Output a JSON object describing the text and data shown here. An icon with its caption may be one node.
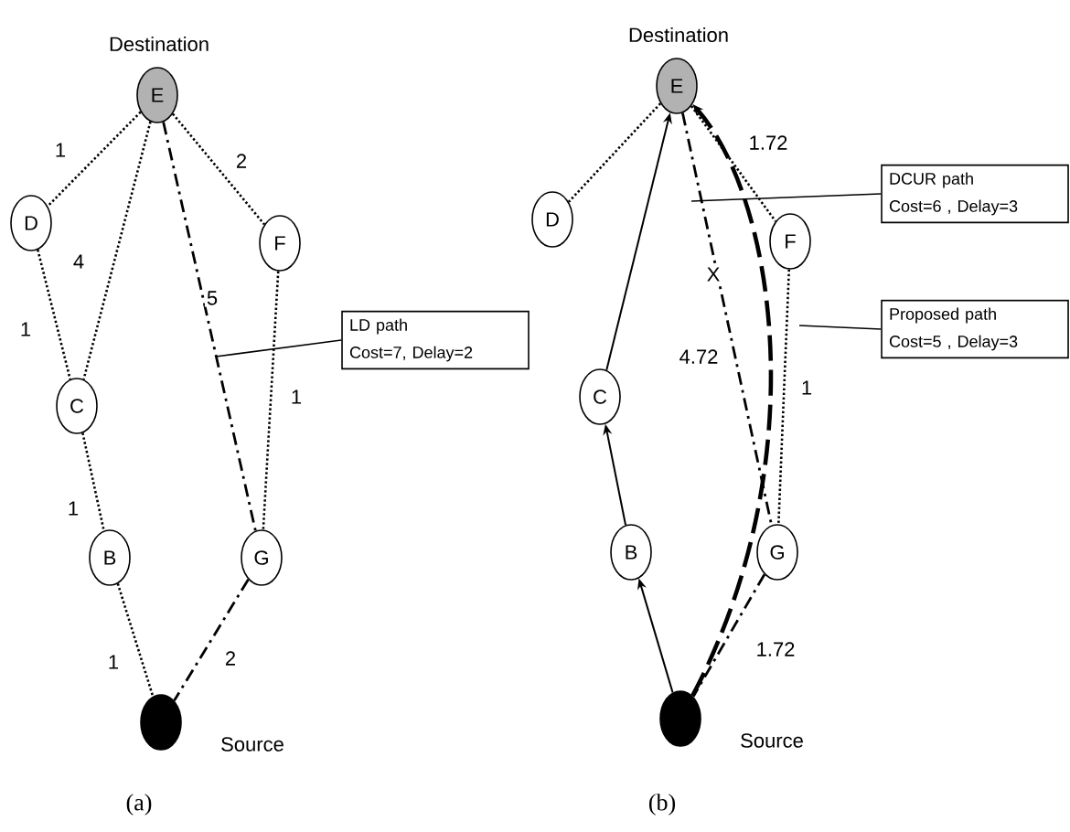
{
  "diagram": {
    "nodes": [
      {
        "text": [
          "E"
        ],
        "beside": [
          "Destination"
        ]
      },
      {
        "text": [
          "D"
        ]
      },
      {
        "text": [
          "F"
        ]
      },
      {
        "text": [
          "C"
        ]
      },
      {
        "text": [
          "G"
        ]
      },
      {
        "text": [
          "B"
        ]
      },
      {
        "text": [],
        "shape": "circle",
        "beside": [
          "Source"
        ]
      },
      {
        "text": [
          "LD path",
          "Cost=7, Delay=2"
        ]
      },
      {
        "text": [
          "E"
        ],
        "beside": [
          "Destination"
        ]
      },
      {
        "text": [
          "D"
        ]
      },
      {
        "text": [
          "F"
        ]
      },
      {
        "text": [
          "C"
        ]
      },
      {
        "text": [
          "G"
        ]
      },
      {
        "text": [
          "B"
        ]
      },
      {
        "text": [],
        "shape": "circle",
        "beside": [
          "Source"
        ]
      },
      {
        "text": [
          "DCUR path",
          "Cost=6 , Delay=3"
        ]
      },
      {
        "text": [
          "Proposed path",
          "Cost=5 , Delay=3"
        ]
      }
    ],
    "edges": [
      {
        "from": 0,
        "to": 1,
        "arrow": "none",
        "style": "dashed",
        "label": "1"
      },
      {
        "from": 0,
        "to": 3,
        "arrow": "none",
        "style": "dashed",
        "label": "4"
      },
      {
        "from": 0,
        "to": 2,
        "arrow": "none",
        "style": "dashed",
        "label": "2"
      },
      {
        "from": 0,
        "to": 4,
        "arrow": "none",
        "style": "dashed",
        "label": "5"
      },
      {
        "from": 1,
        "to": 3,
        "arrow": "none",
        "style": "dashed",
        "label": "1"
      },
      {
        "from": 2,
        "to": 4,
        "arrow": "none",
        "style": "dashed",
        "label": "1"
      },
      {
        "from": 3,
        "to": 5,
        "arrow": "none",
        "style": "dashed",
        "label": "1"
      },
      {
        "from": 5,
        "to": 6,
        "arrow": "none",
        "style": "dashed",
        "label": "1"
      },
      {
        "from": 4,
        "to": 6,
        "arrow": "none",
        "style": "dashed",
        "label": "2"
      },
      {
        "from": 7,
        "to": null,
        "arrow": "none"
      },
      {
        "from": 8,
        "to": 9,
        "arrow": "none",
        "style": "dashed"
      },
      {
        "from": 11,
        "to": 8,
        "arrow": "to"
      },
      {
        "from": 13,
        "to": 11,
        "arrow": "to"
      },
      {
        "from": 14,
        "to": 13,
        "arrow": "to"
      },
      {
        "from": 8,
        "to": 10,
        "arrow": "none",
        "style": "dashed",
        "label": "1.72"
      },
      {
        "from": 8,
        "to": 12,
        "arrow": "none",
        "style": "dashed",
        "label": "4.72"
      },
      {
        "from": 10,
        "to": 12,
        "arrow": "none",
        "style": "dashed",
        "label": "1"
      },
      {
        "from": 12,
        "to": 14,
        "arrow": "none",
        "style": "dashed",
        "label": "1.72"
      },
      {
        "from": 14,
        "to": 8,
        "arrow": "to",
        "style": "dashed"
      },
      {
        "from": 15,
        "to": null,
        "arrow": "none"
      },
      {
        "from": 16,
        "to": null,
        "arrow": "none"
      }
    ],
    "labels": [
      "X",
      "(a)",
      "(b)"
    ]
  }
}
